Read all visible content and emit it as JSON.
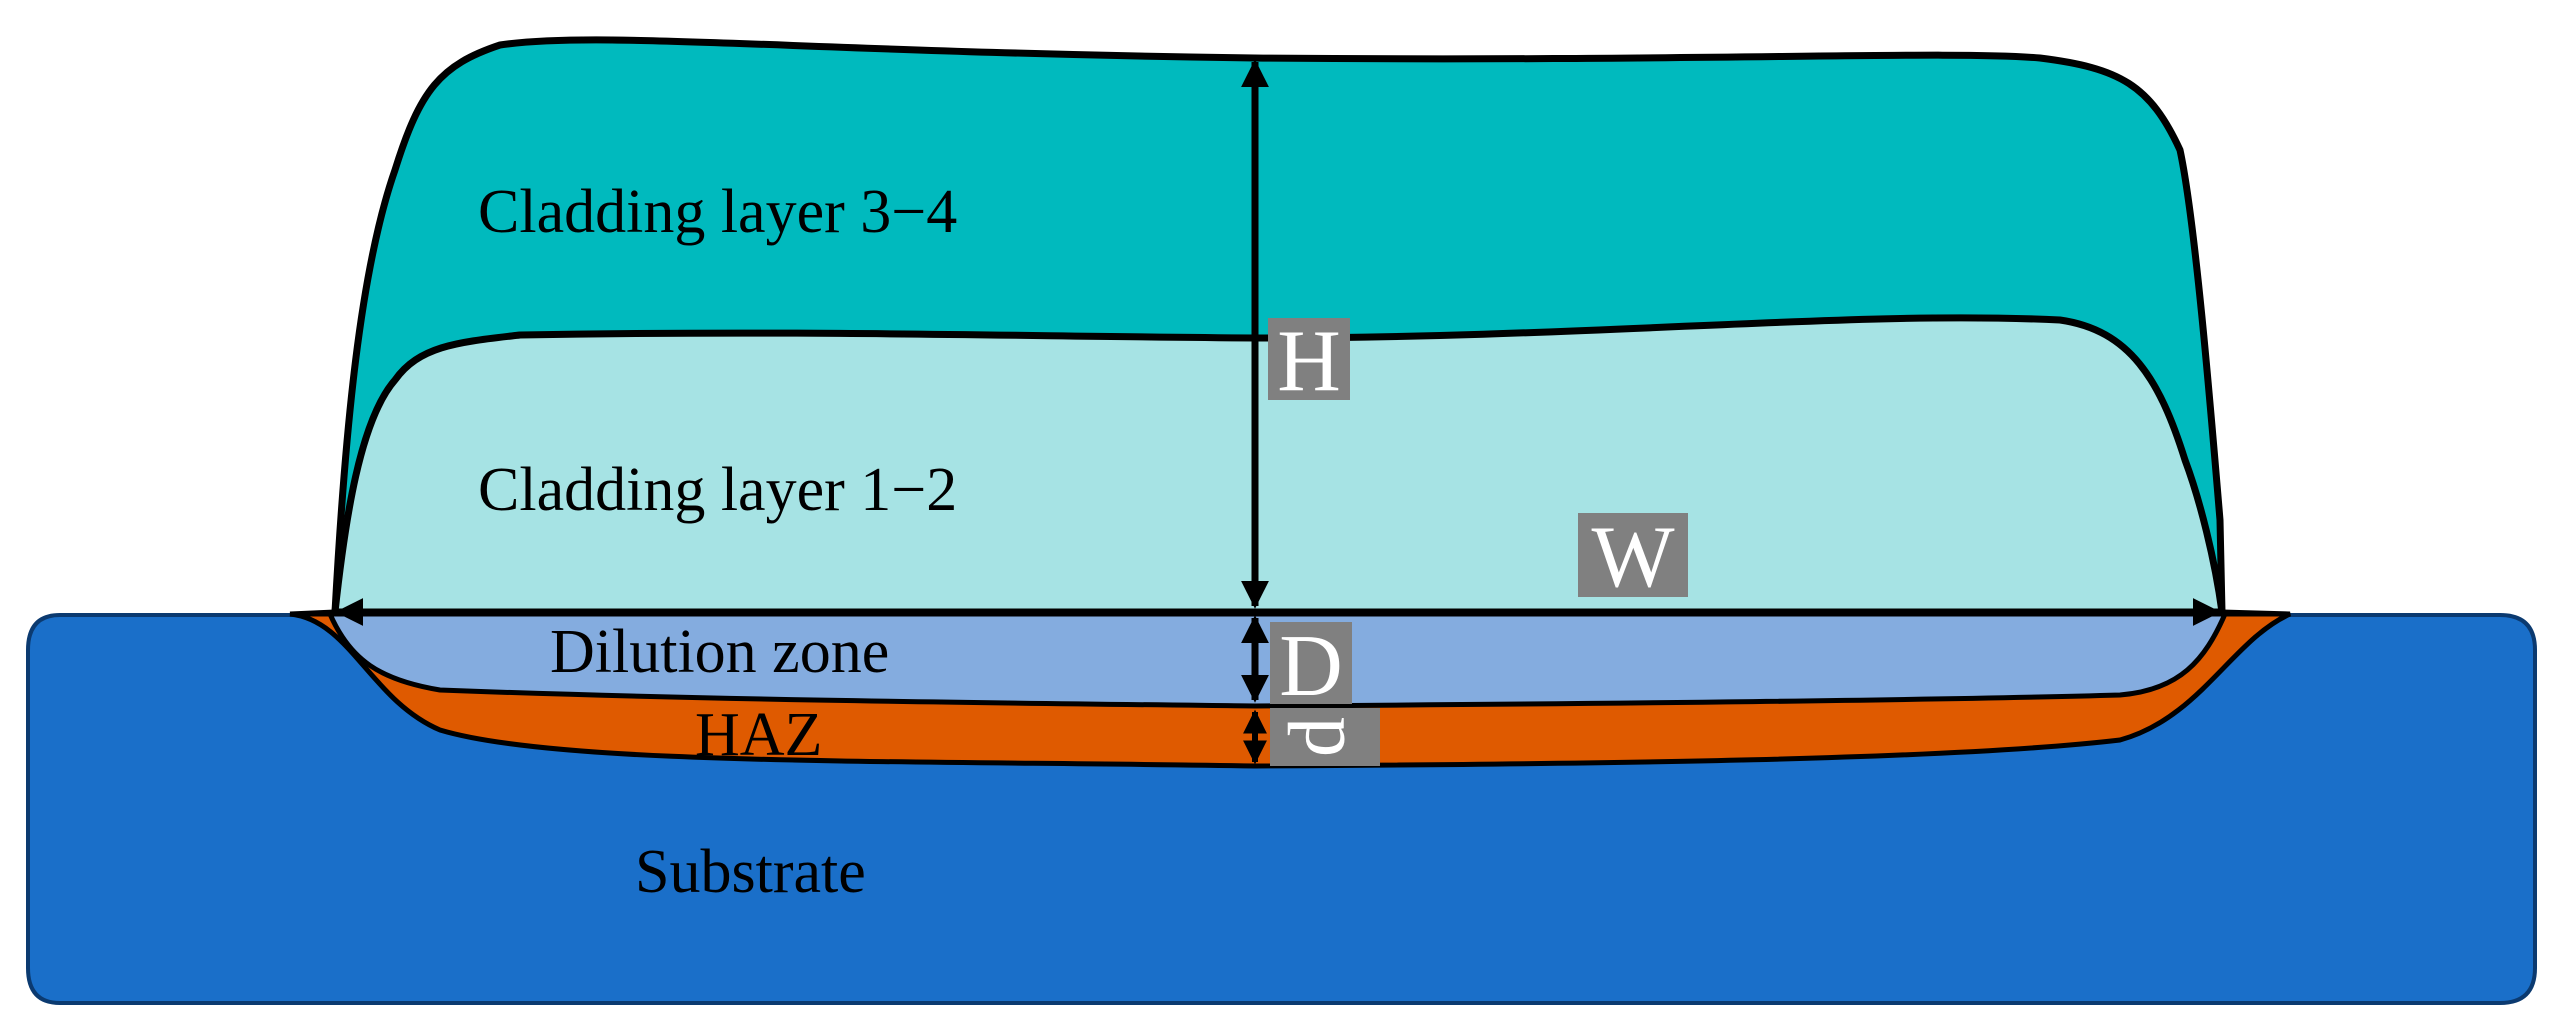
{
  "colors": {
    "substrate": "#1a6fc9",
    "haz": "#df5a00",
    "dilution_zone": "#84acdf",
    "cladding_1_2": "#a6e3e4",
    "cladding_3_4": "#00babe",
    "outline": "#000000",
    "dimension_box": "#808080",
    "dimension_text": "#ffffff"
  },
  "labels": {
    "cladding_3_4": "Cladding layer 3−4",
    "cladding_1_2": "Cladding layer 1−2",
    "dilution_zone": "Dilution zone",
    "haz": "HAZ",
    "substrate": "Substrate"
  },
  "dimensions": {
    "height": "H",
    "width": "W",
    "dilution_depth": "D",
    "haz_depth": "d"
  }
}
